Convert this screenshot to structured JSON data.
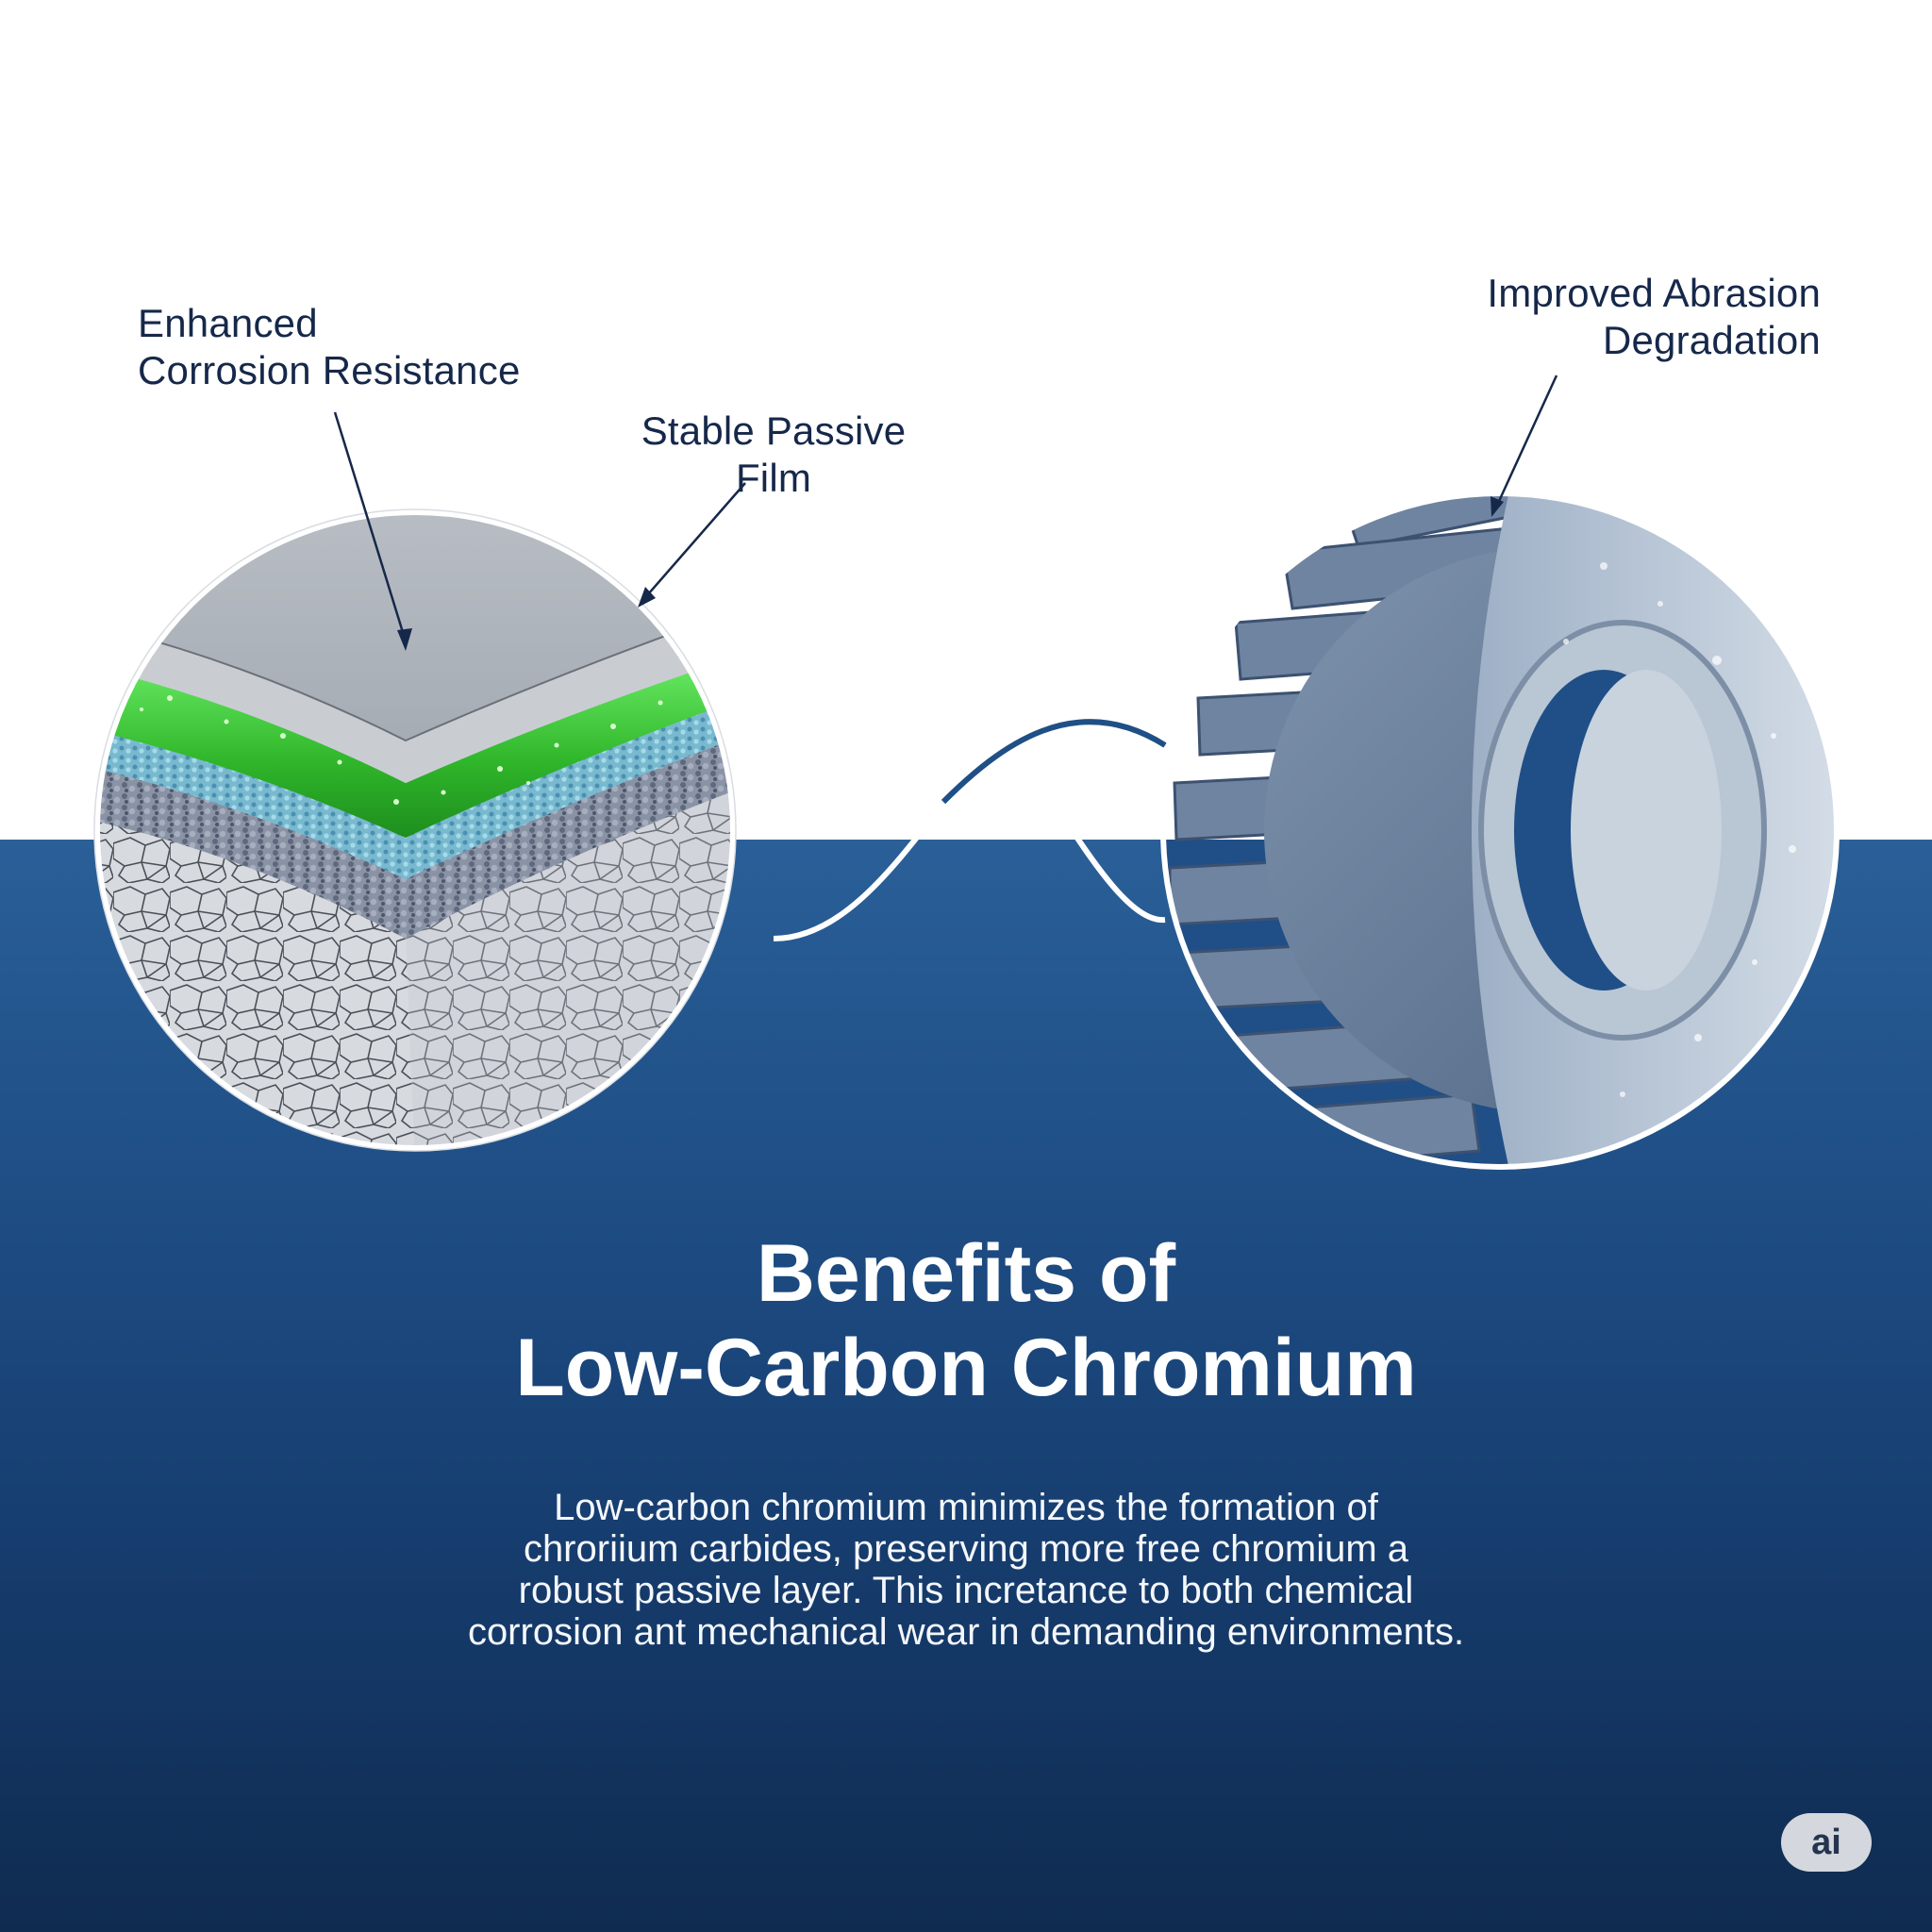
{
  "labels": {
    "corrosion_line1": "Enhanced",
    "corrosion_line2": "Corrosion Resistance",
    "passive_line1": "Stable Passive",
    "passive_line2": "Film",
    "abrasion_line1": "Improved Abrasion",
    "abrasion_line2": "Degradation"
  },
  "title": {
    "line1": "Benefits of",
    "line2": "Low-Carbon Chromium"
  },
  "description": {
    "line1": "Low-carbon chromium minimizes the formation of",
    "line2": "chroriium carbides, preserving more free chromium a",
    "line3": "robust passive layer.  This incretance to both chemical",
    "line4": "corrosion ant mechanical wear in demanding environments."
  },
  "badge": "ai",
  "colors": {
    "navy_text": "#16284a",
    "blue_band": "#1f4f86",
    "green_film": "#3fcf3a",
    "steel": "#9aa3ad"
  }
}
